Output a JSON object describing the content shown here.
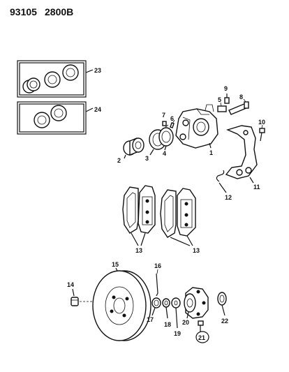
{
  "header": {
    "code_left": "93105",
    "code_right": "2800B"
  },
  "callouts": {
    "c1": "1",
    "c2": "2",
    "c3": "3",
    "c4": "4",
    "c5": "5",
    "c6": "6",
    "c7": "7",
    "c8": "8",
    "c9": "9",
    "c10": "10",
    "c11": "11",
    "c12": "12",
    "c13a": "13",
    "c13b": "13",
    "c14": "14",
    "c15": "15",
    "c16": "16",
    "c17": "17",
    "c18": "18",
    "c19": "19",
    "c20": "20",
    "c21": "21",
    "c22": "22",
    "c23": "23",
    "c24": "24"
  }
}
